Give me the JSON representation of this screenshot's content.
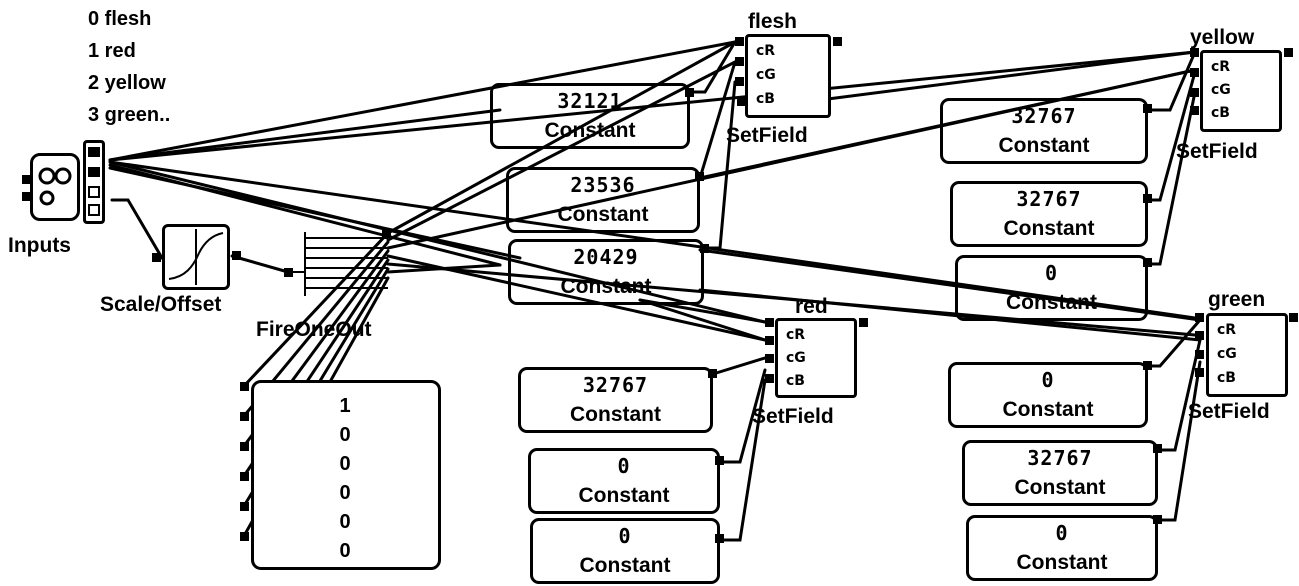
{
  "legend": [
    "0  flesh",
    "1  red",
    "2  yellow",
    "3  green.."
  ],
  "inputs_label": "Inputs",
  "scale_label": "Scale/Offset",
  "fire_label": "FireOneOut",
  "fire_values": [
    "1",
    "0",
    "0",
    "0",
    "0",
    "0"
  ],
  "setfields": {
    "flesh": {
      "title": "flesh",
      "caption": "SetField",
      "rows": [
        "cR",
        "cG",
        "cB"
      ]
    },
    "yellow": {
      "title": "yellow",
      "caption": "SetField",
      "rows": [
        "cR",
        "cG",
        "cB"
      ]
    },
    "red": {
      "title": "red",
      "caption": "SetField",
      "rows": [
        "cR",
        "cG",
        "cB"
      ]
    },
    "green": {
      "title": "green",
      "caption": "SetField",
      "rows": [
        "cR",
        "cG",
        "cB"
      ]
    }
  },
  "constants": {
    "flesh_r": {
      "value": "32121",
      "label": "Constant"
    },
    "flesh_g": {
      "value": "23536",
      "label": "Constant"
    },
    "flesh_b": {
      "value": "20429",
      "label": "Constant"
    },
    "yellow_r": {
      "value": "32767",
      "label": "Constant"
    },
    "yellow_g": {
      "value": "32767",
      "label": "Constant"
    },
    "yellow_b": {
      "value": "0",
      "label": "Constant"
    },
    "red_r": {
      "value": "32767",
      "label": "Constant"
    },
    "red_g": {
      "value": "0",
      "label": "Constant"
    },
    "red_b": {
      "value": "0",
      "label": "Constant"
    },
    "green_r": {
      "value": "0",
      "label": "Constant"
    },
    "green_g": {
      "value": "32767",
      "label": "Constant"
    },
    "green_b": {
      "value": "0",
      "label": "Constant"
    }
  }
}
